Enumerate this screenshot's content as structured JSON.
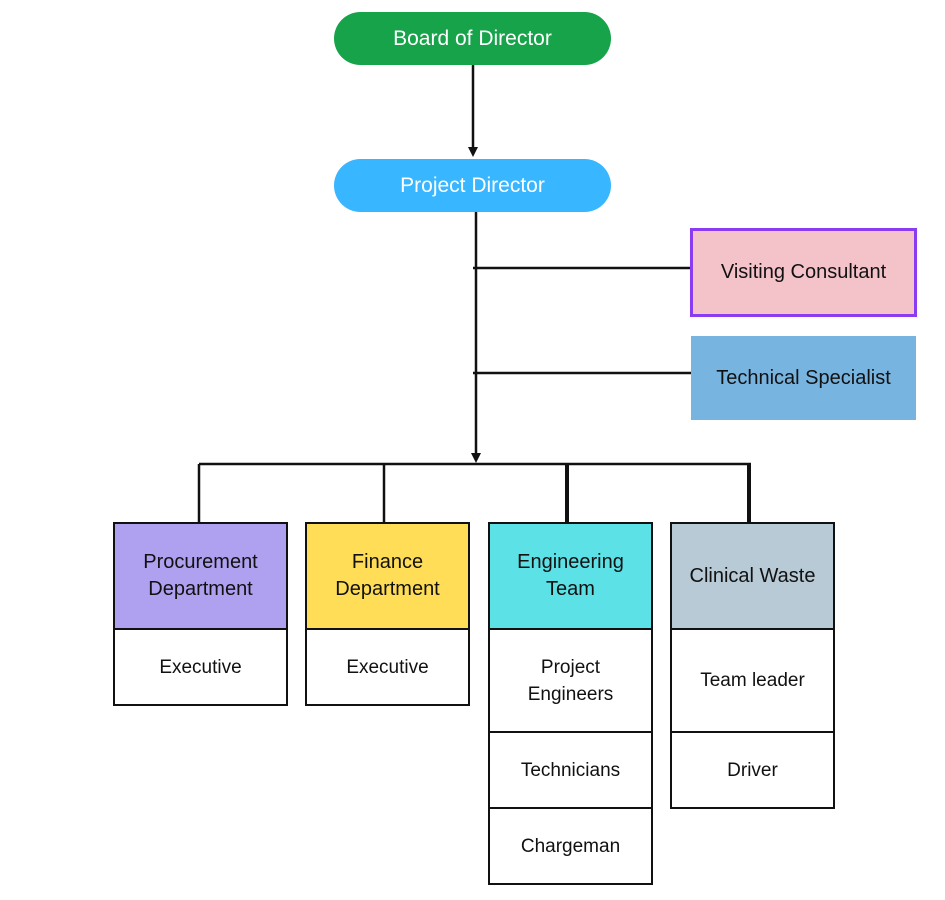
{
  "nodes": {
    "board": {
      "label": "Board of Director",
      "color": "#16a34a"
    },
    "project_director": {
      "label": "Project Director",
      "color": "#38b6ff"
    },
    "visiting_consultant": {
      "label": "Visiting Consultant",
      "fill": "#f4c2c9",
      "border": "#8b3cf0"
    },
    "technical_specialist": {
      "label": "Technical Specialist",
      "fill": "#78b4e0"
    }
  },
  "departments": [
    {
      "label": "Procurement Department",
      "color": "#b0a0f0",
      "members": [
        "Executive"
      ]
    },
    {
      "label": "Finance Department",
      "color": "#ffdd57",
      "members": [
        "Executive"
      ]
    },
    {
      "label": "Engineering Team",
      "color": "#5ce1e6",
      "members": [
        "Project Engineers",
        "Technicians",
        "Chargeman"
      ]
    },
    {
      "label": "Clinical Waste",
      "color": "#b7cad5",
      "members": [
        "Team leader",
        "Driver"
      ]
    }
  ]
}
